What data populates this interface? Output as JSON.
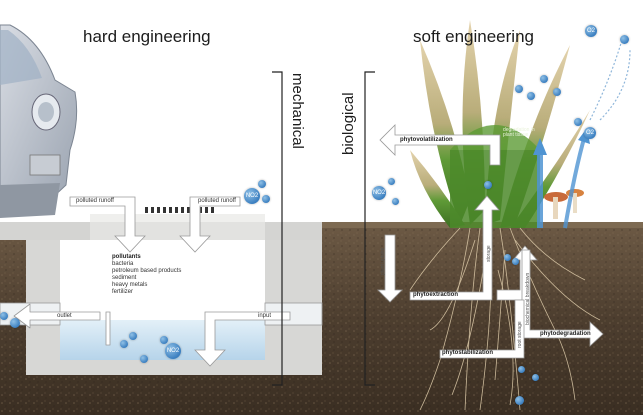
{
  "titles": {
    "hard": "hard engineering",
    "soft": "soft engineering",
    "mechanical": "mechanical",
    "biological": "biological"
  },
  "hard_labels": {
    "polluted_runoff_left": "polluted runoff",
    "polluted_runoff_right": "polluted runoff",
    "pollutants_heading": "pollutants",
    "pollutants_list": [
      "bacteria",
      "petroleum based products",
      "sediment",
      "heavy metals",
      "fertilizer"
    ],
    "outlet": "outlet",
    "input": "input"
  },
  "soft_labels": {
    "phytovolatilization_top": "phytovolatilization",
    "phytoextraction": "phytoextraction",
    "phytodegradation": "phytodegradation",
    "phytostabilization": "phytostabilization",
    "plant_uptake": "plant uptake",
    "storage": "storage",
    "root_storage": "root storage",
    "biochemical_breakdown": "biochemical breakdown",
    "plant_tissue": "degradation in plant tissue"
  },
  "molecules": {
    "no2": "NO2",
    "o2": "O2"
  },
  "colors": {
    "sky": "#ffffff",
    "soil_top": "#6d5a45",
    "soil_dark": "#3a2e22",
    "concrete": "#d7d7d5",
    "water": "#c9e0ef",
    "bubble": "#3b7fc0",
    "grass": "#4f8a2c",
    "plumes": "#d9c6a0"
  }
}
